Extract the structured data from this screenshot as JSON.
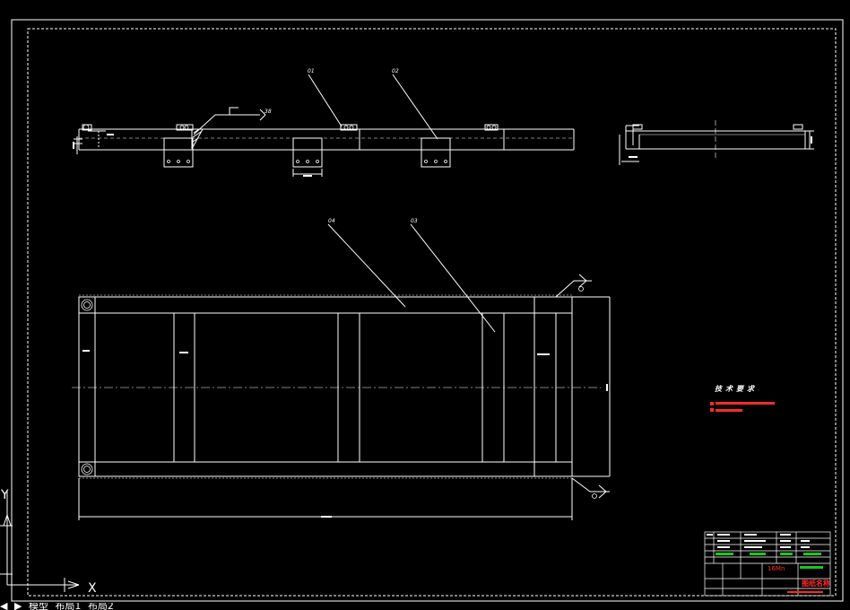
{
  "app": {
    "background": "#000000",
    "line_color": "#ffffff",
    "accent_red": "#ff2a2a",
    "accent_green": "#19c819"
  },
  "balloons": {
    "b1": "01",
    "b2": "02",
    "b3": "04",
    "b4": "03",
    "weld": "38"
  },
  "tech_requirements": {
    "title": "技术要求"
  },
  "ucs": {
    "x_label": "X",
    "y_label": "Y"
  },
  "tabs": [
    {
      "label": "◀"
    },
    {
      "label": "▶"
    },
    {
      "label": "模型"
    },
    {
      "label": "布局1"
    },
    {
      "label": "布局2"
    }
  ],
  "title_block": {
    "tonnage": "16Mn",
    "company": "图纸名称"
  }
}
